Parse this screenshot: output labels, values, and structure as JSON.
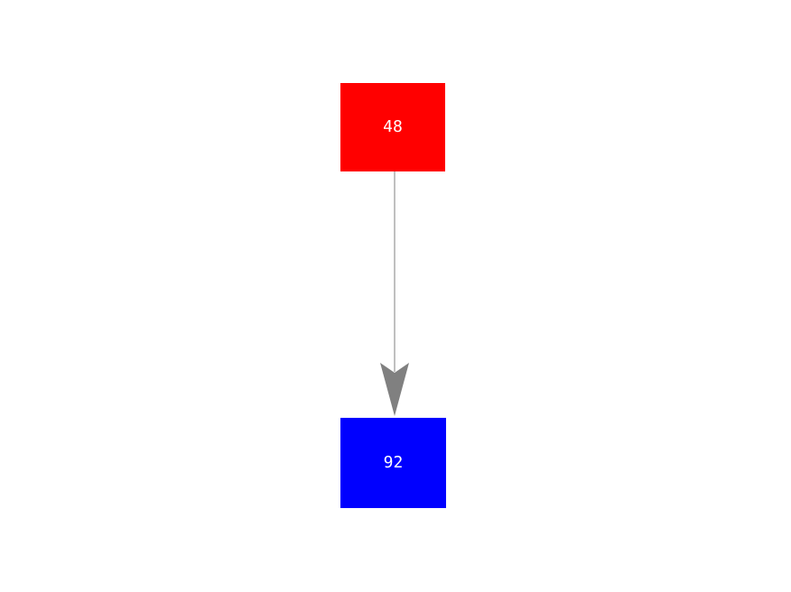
{
  "diagram": {
    "background_color": "#ffffff",
    "nodes": [
      {
        "id": "top-node",
        "label": "48",
        "fill": "#ff0000",
        "text_color": "#ffffff",
        "shape": "rectangle"
      },
      {
        "id": "bottom-node",
        "label": "92",
        "fill": "#0000ff",
        "text_color": "#ffffff",
        "shape": "rectangle"
      }
    ],
    "edges": [
      {
        "from": "top-node",
        "to": "bottom-node",
        "color": "#808080",
        "direction": "down",
        "arrowhead": "stealth"
      }
    ]
  }
}
